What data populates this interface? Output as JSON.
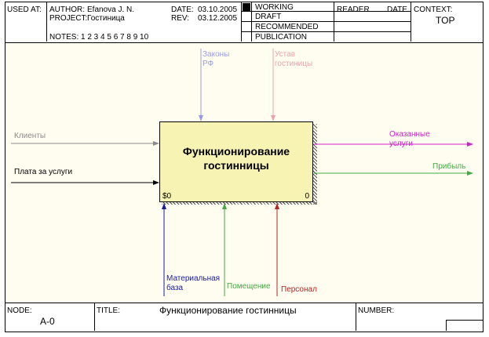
{
  "header": {
    "used_at": "USED AT:",
    "author_label": "AUTHOR:",
    "author": "Efanova J. N.",
    "project_label": "PROJECT:",
    "project": "Гостиница",
    "notes_label": "NOTES:",
    "notes_numbers": "1  2  3  4  5  6  7  8  9  10",
    "date_label": "DATE:",
    "date": "03.10.2005",
    "rev_label": "REV:",
    "rev": "03.12.2005",
    "status": [
      "WORKING",
      "DRAFT",
      "RECOMMENDED",
      "PUBLICATION"
    ],
    "reader": "READER",
    "reader_date": "DATE",
    "context_label": "CONTEXT:",
    "context_value": "TOP"
  },
  "diagram": {
    "activity": {
      "title": "Функционирование гостинницы",
      "cost": "$0",
      "number": "0"
    },
    "controls": [
      {
        "label": "Законы РФ",
        "color": "#9a9ae8"
      },
      {
        "label": "Устав гостиницы",
        "color": "#e8a2b0"
      }
    ],
    "inputs": [
      {
        "label": "Клиенты",
        "color": "#8a8a8a"
      },
      {
        "label": "Плата за услуги",
        "color": "#000000"
      }
    ],
    "outputs": [
      {
        "label": "Оказанные услуги",
        "color": "#cc22cc"
      },
      {
        "label": "Прибыль",
        "color": "#44aa44"
      }
    ],
    "mechanisms": [
      {
        "label": "Материальная база",
        "color": "#1a1aa0"
      },
      {
        "label": "Помещение",
        "color": "#44aa44"
      },
      {
        "label": "Персонал",
        "color": "#bb2222"
      }
    ]
  },
  "footer": {
    "node_label": "NODE:",
    "node_value": "A-0",
    "title_label": "TITLE:",
    "title_value": "Функционирование  гостинницы",
    "number_label": "NUMBER:"
  }
}
